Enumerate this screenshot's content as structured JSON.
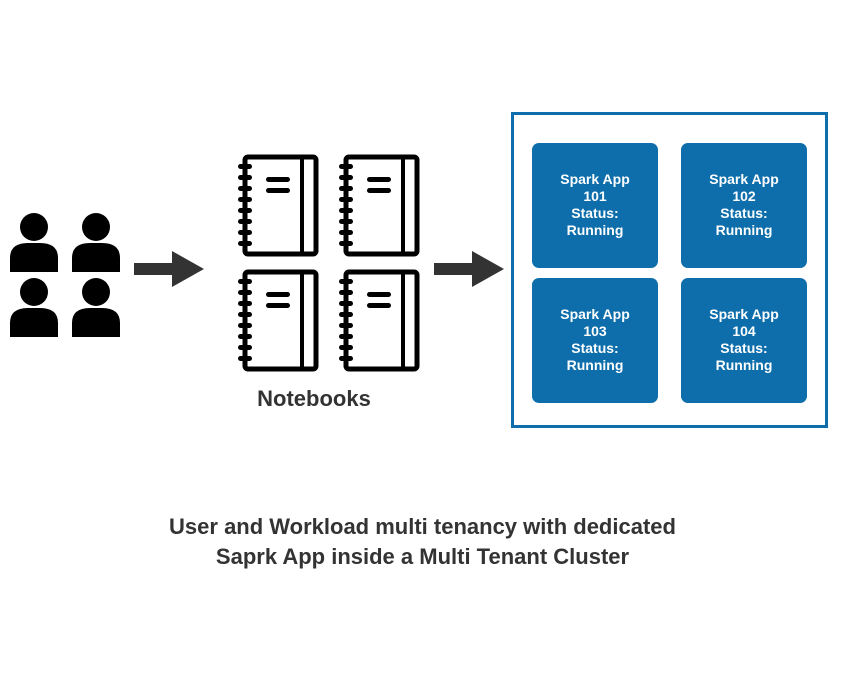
{
  "notebooks_label": "Notebooks",
  "apps": [
    {
      "name": "Spark App",
      "id": "101",
      "status_label": "Status:",
      "status": "Running"
    },
    {
      "name": "Spark App",
      "id": "102",
      "status_label": "Status:",
      "status": "Running"
    },
    {
      "name": "Spark App",
      "id": "103",
      "status_label": "Status:",
      "status": "Running"
    },
    {
      "name": "Spark App",
      "id": "104",
      "status_label": "Status:",
      "status": "Running"
    }
  ],
  "caption": {
    "line1": "User and Workload multi tenancy with dedicated",
    "line2": "Saprk App inside a Multi Tenant Cluster"
  },
  "colors": {
    "accent": "#0d6eab",
    "icon": "#000000",
    "arrow": "#333333",
    "text": "#333333"
  },
  "icons": [
    "user-icon",
    "arrow-right-icon",
    "notebook-icon"
  ]
}
